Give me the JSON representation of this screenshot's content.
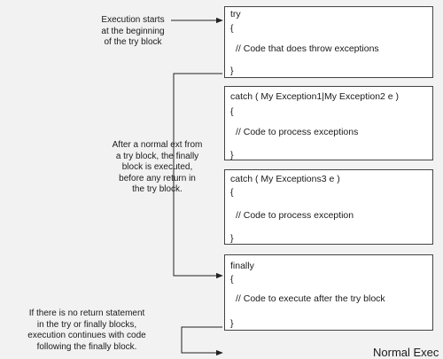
{
  "blocks": [
    {
      "line1": "try",
      "brace_open": "{",
      "body": "// Code that does throw exceptions",
      "brace_close": "}"
    },
    {
      "line1": "catch ( My Exception1|My Exception2 e )",
      "brace_open": "{",
      "body": "// Code to process exceptions",
      "brace_close": "}"
    },
    {
      "line1": "catch ( My Exceptions3 e )",
      "brace_open": "{",
      "body": "// Code to process exception",
      "brace_close": "}"
    },
    {
      "line1": "finally",
      "brace_open": "{",
      "body": "// Code to execute after the try block",
      "brace_close": "}"
    }
  ],
  "notes": {
    "start": [
      "Execution starts",
      "at the beginning",
      "of the try block"
    ],
    "finally": [
      "After a normal ext from",
      "a try block, the finally",
      "block is executed,",
      "before any return in",
      "the try block."
    ],
    "continue": [
      "If there is no return statement",
      "in the try or finally blocks,",
      "execution continues with code",
      "following the finally block."
    ]
  },
  "tail_text": "Normal Exec"
}
